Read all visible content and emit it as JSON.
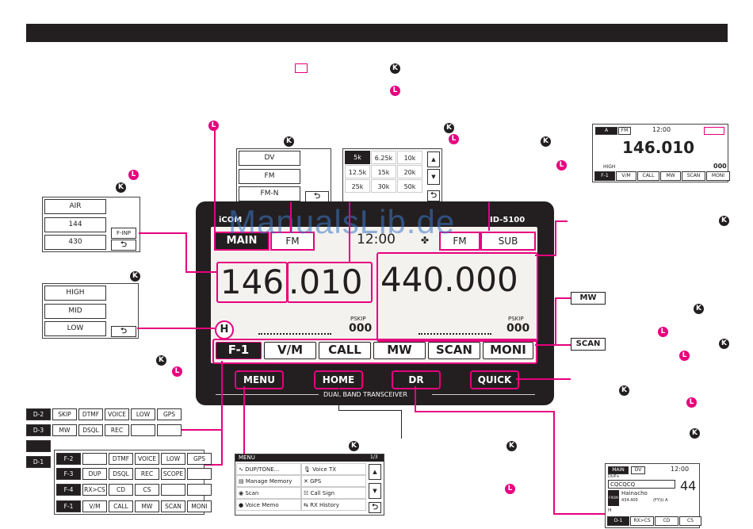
{
  "colors": {
    "accent": "#e6007e",
    "dark": "#231f20"
  },
  "markers": {
    "k": "K",
    "l": "L"
  },
  "mode_panel": {
    "options": [
      "DV",
      "FM",
      "FM-N"
    ],
    "back": "⮌"
  },
  "step_panel": {
    "cells": [
      "5k",
      "6.25k",
      "10k",
      "12.5k",
      "15k",
      "20k",
      "25k",
      "30k",
      "50k"
    ],
    "up": "▲",
    "down": "▼",
    "back": "⮌"
  },
  "band_panel": {
    "options": [
      "AIR",
      "144",
      "430"
    ],
    "finp": "F-INP",
    "back": "⮌"
  },
  "power_panel": {
    "options": [
      "HIGH",
      "MID",
      "LOW"
    ],
    "back": "⮌"
  },
  "radio": {
    "brand": "iCOM",
    "model": "ID-5100",
    "main_btn": "MAIN",
    "left_mode": "FM",
    "clock": "12:00",
    "right_mode": "FM",
    "sub_btn": "SUB",
    "main_freq_a": "146",
    "main_freq_b": ".010",
    "sub_freq": "440.000",
    "pskip": "PSKIP",
    "mem_left": "000",
    "mem_right": "000",
    "power_mark": "H",
    "softkeys": [
      "F-1",
      "V/M",
      "CALL",
      "MW",
      "SCAN",
      "MONI"
    ],
    "hwkeys": [
      "MENU",
      "HOME",
      "DR",
      "QUICK"
    ],
    "footer": "DUAL BAND TRANSCEIVER"
  },
  "watermark": "ManualsLib.de",
  "callouts": {
    "mw": "MW",
    "scan": "SCAN"
  },
  "mini_top": {
    "a": "A",
    "fm": "FM",
    "clock": "12:00",
    "freq": "146.010",
    "high": "HIGH",
    "mem": "000",
    "keys": [
      "F-1",
      "V/M",
      "CALL",
      "MW",
      "SCAN",
      "MONI"
    ]
  },
  "func_back": {
    "rows": [
      {
        "tag": "D-2",
        "keys": [
          "SKIP",
          "DTMF",
          "VOICE",
          "LOW",
          "GPS"
        ]
      },
      {
        "tag": "D-3",
        "keys": [
          "MW",
          "DSQL",
          "REC",
          "",
          ""
        ]
      },
      {
        "tag": "",
        "keys": [
          "",
          "",
          "",
          "",
          ""
        ]
      },
      {
        "tag": "D-1",
        "keys": []
      }
    ]
  },
  "func_front": {
    "rows": [
      {
        "tag": "F-2",
        "keys": [
          "",
          "DTMF",
          "VOICE",
          "LOW",
          "GPS"
        ]
      },
      {
        "tag": "F-3",
        "keys": [
          "DUP",
          "DSQL",
          "REC",
          "SCOPE",
          ""
        ]
      },
      {
        "tag": "F-4",
        "keys": [
          "RX>CS",
          "CD",
          "CS",
          "",
          ""
        ]
      },
      {
        "tag": "F-1",
        "keys": [
          "V/M",
          "CALL",
          "MW",
          "SCAN",
          "MONI"
        ]
      }
    ]
  },
  "menu_panel": {
    "title": "MENU",
    "page": "1/3",
    "items": [
      [
        "DUP/TONE...",
        "Voice TX"
      ],
      [
        "Manage Memory",
        "GPS"
      ],
      [
        "Scan",
        "Call Sign"
      ],
      [
        "Voice Memo",
        "RX History"
      ]
    ],
    "up": "▲",
    "down": "▼",
    "back": "⮌"
  },
  "dr_panel": {
    "main": "MAIN",
    "dv": "DV",
    "clock": "12:00",
    "dup": "DUP+",
    "cq": "CQCQCQ",
    "from": "FROM",
    "name": "Hainacho",
    "freq": "434.400",
    "suffix": "(FY)U A",
    "h": "H",
    "big": "44",
    "keys": [
      "D-1",
      "RX>CS",
      "CD",
      "CS"
    ]
  }
}
